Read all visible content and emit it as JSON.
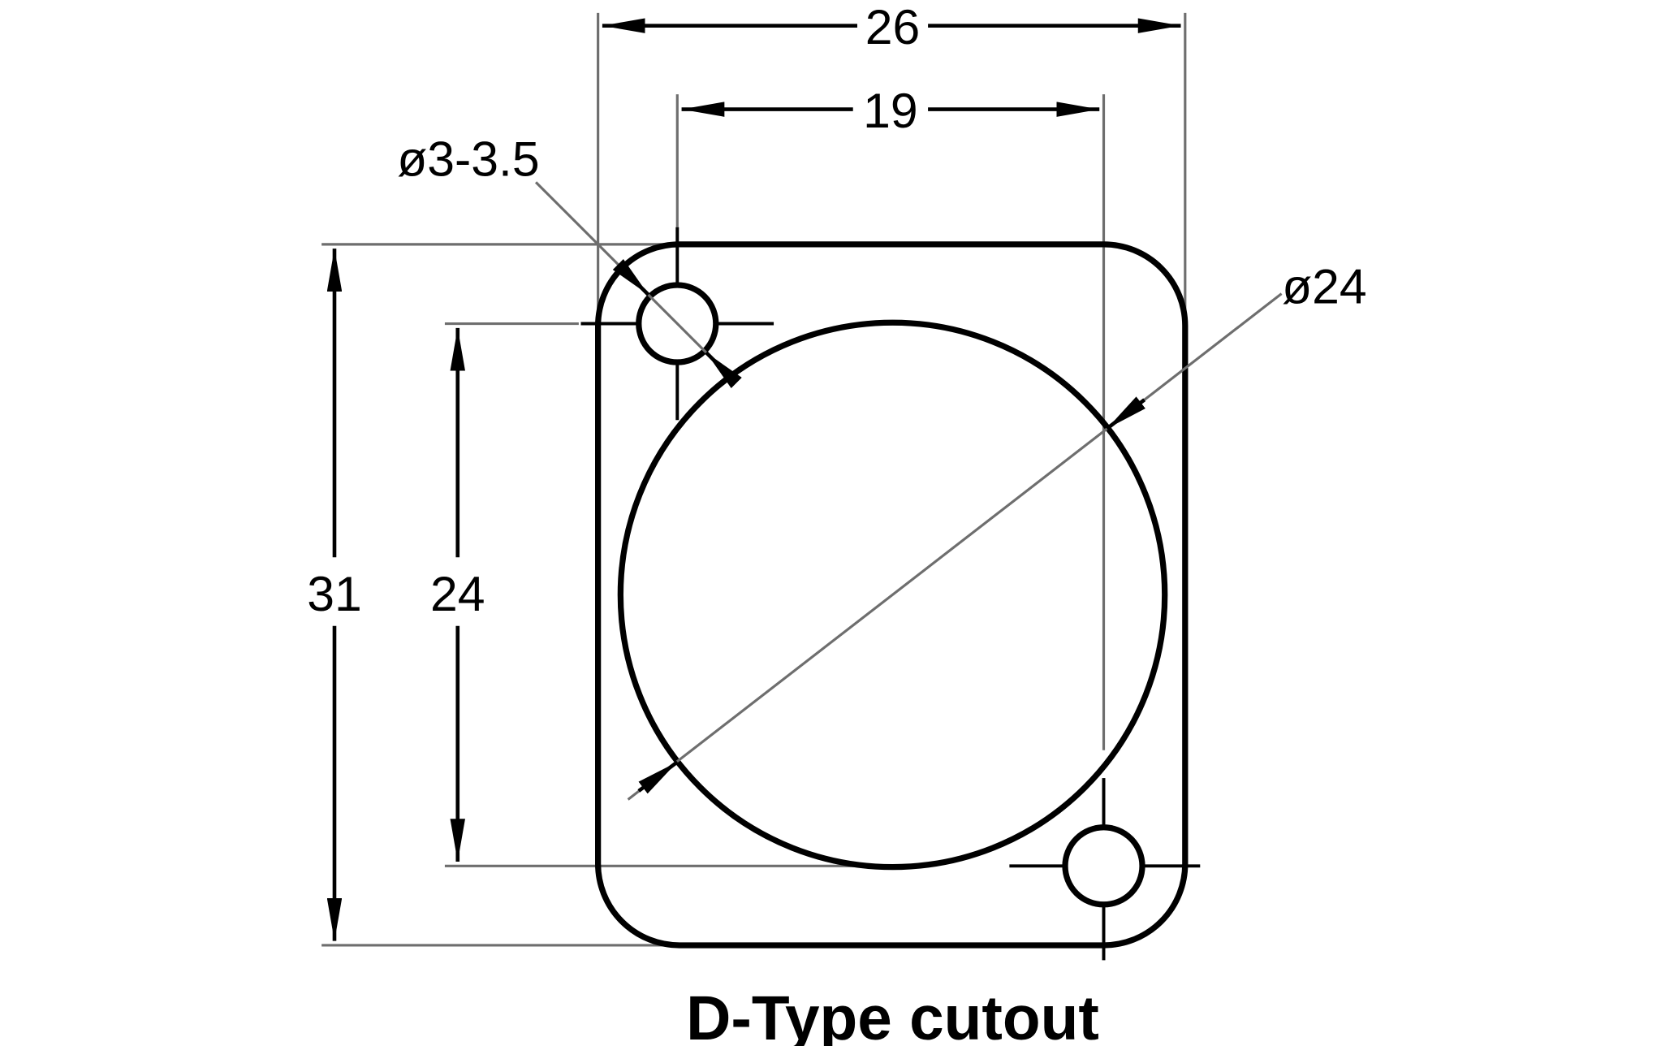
{
  "title": "D-Type cutout",
  "dimensions": {
    "overall_width": "26",
    "hole_spacing_horizontal": "19",
    "overall_height": "31",
    "hole_spacing_vertical": "24",
    "mounting_hole_diameter": "ø3-3.5",
    "center_hole_diameter": "ø24"
  },
  "colors": {
    "outline": "#000000",
    "dimension_lines": "#6e6e6e",
    "background": "#ffffff"
  }
}
